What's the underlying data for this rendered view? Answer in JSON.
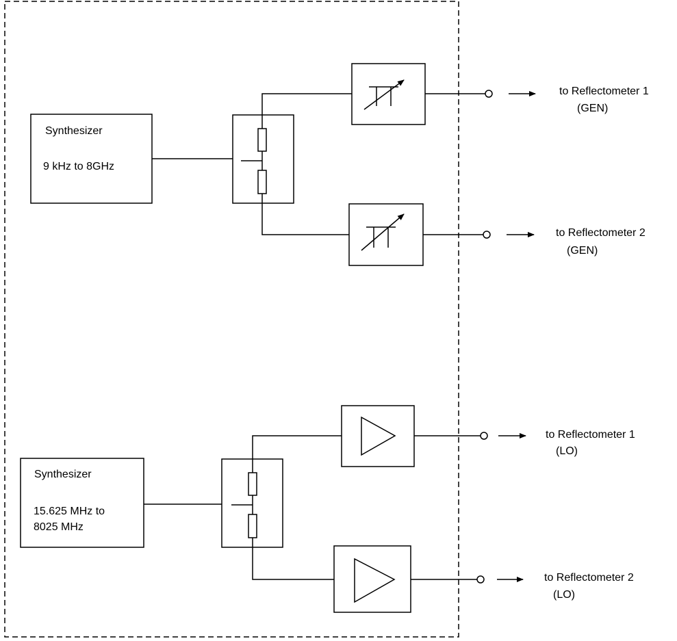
{
  "synth_gen": {
    "title": "Synthesizer",
    "range": "9 kHz to 8GHz"
  },
  "synth_lo": {
    "title": "Synthesizer",
    "range_line1": "15.625 MHz to",
    "range_line2": "8025 MHz"
  },
  "outputs": {
    "gen1": {
      "line1": "to Reflectometer 1",
      "line2": "(GEN)"
    },
    "gen2": {
      "line1": "to Reflectometer 2",
      "line2": "(GEN)"
    },
    "lo1": {
      "line1": "to Reflectometer 1",
      "line2": "(LO)"
    },
    "lo2": {
      "line1": "to Reflectometer 2",
      "line2": "(LO)"
    }
  }
}
